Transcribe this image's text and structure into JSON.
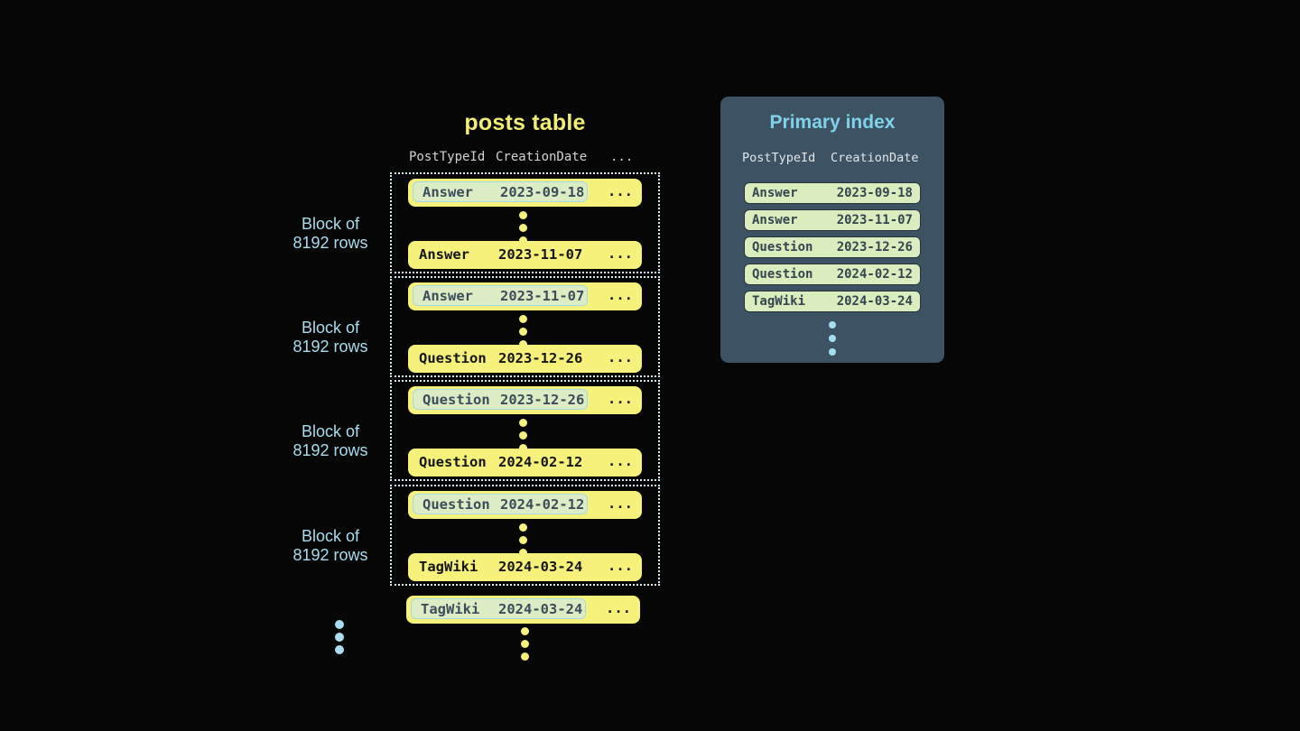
{
  "posts_table": {
    "title": "posts table",
    "header": {
      "col1": "PostTypeId",
      "col2": "CreationDate",
      "more": "..."
    },
    "row_ellipsis": "...",
    "blocks": [
      {
        "label_line1": "Block of",
        "label_line2": "8192 rows",
        "first_type": "Answer",
        "first_date": "2023-09-18",
        "last_type": "Answer",
        "last_date": "2023-11-07"
      },
      {
        "label_line1": "Block of",
        "label_line2": "8192 rows",
        "first_type": "Answer",
        "first_date": "2023-11-07",
        "last_type": "Question",
        "last_date": "2023-12-26"
      },
      {
        "label_line1": "Block of",
        "label_line2": "8192 rows",
        "first_type": "Question",
        "first_date": "2023-12-26",
        "last_type": "Question",
        "last_date": "2024-02-12"
      },
      {
        "label_line1": "Block of",
        "label_line2": "8192 rows",
        "first_type": "Question",
        "first_date": "2024-02-12",
        "last_type": "TagWiki",
        "last_date": "2024-03-24"
      }
    ],
    "overflow_row": {
      "type": "TagWiki",
      "date": "2024-03-24"
    }
  },
  "primary_index": {
    "title": "Primary index",
    "header": {
      "col1": "PostTypeId",
      "col2": "CreationDate"
    },
    "rows": [
      {
        "type": "Answer",
        "date": "2023-09-18"
      },
      {
        "type": "Answer",
        "date": "2023-11-07"
      },
      {
        "type": "Question",
        "date": "2023-12-26"
      },
      {
        "type": "Question",
        "date": "2024-02-12"
      },
      {
        "type": "TagWiki",
        "date": "2024-03-24"
      }
    ]
  },
  "colors": {
    "background": "#060606",
    "row_yellow": "#f5f17a",
    "title_yellow": "#f2ee75",
    "highlight_green": "#dcedc6",
    "highlight_border_blue": "#a6d9e8",
    "dark_slate_text": "#3b4d5a",
    "panel_background": "#3d5364",
    "panel_title_blue": "#7fd2ea",
    "label_blue": "#a9dcee",
    "dotted_border": "#d6edf6",
    "index_pill_green": "#d9edbf"
  }
}
